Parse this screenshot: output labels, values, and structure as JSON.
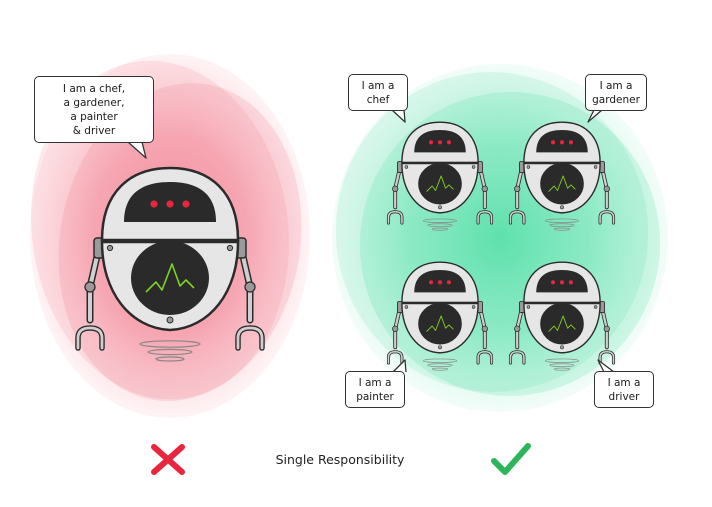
{
  "left_panel": {
    "status": "bad",
    "blob_color": "#f47a8c",
    "bubble": {
      "lines": [
        "I am a chef,",
        "a gardener,",
        "a painter",
        "& driver"
      ]
    }
  },
  "right_panel": {
    "status": "good",
    "blob_color": "#3fdc9c",
    "robots": [
      {
        "lines": [
          "I am a",
          "chef"
        ]
      },
      {
        "lines": [
          "I am a",
          "gardener"
        ]
      },
      {
        "lines": [
          "I am a",
          "painter"
        ]
      },
      {
        "lines": [
          "I am a",
          "driver"
        ]
      }
    ]
  },
  "caption": "Single Responsibility",
  "icons": {
    "bad": "cross-icon",
    "good": "check-icon"
  },
  "colors": {
    "robot_body": "#e6e6e6",
    "robot_outline": "#2b2b2b",
    "eye_led": "#e8263e",
    "screen_line": "#7ed321",
    "cross": "#e8263e",
    "check": "#2cb55a"
  }
}
